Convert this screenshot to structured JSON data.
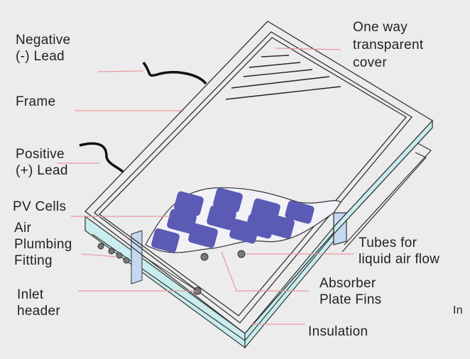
{
  "labels": {
    "negative_lead": [
      "Negative",
      "(-) Lead"
    ],
    "frame": "Frame",
    "positive_lead": [
      "Positive",
      "(+) Lead"
    ],
    "pv_cells": "PV Cells",
    "air_plumbing": [
      "Air",
      "Plumbing",
      "Fitting"
    ],
    "inlet_header": [
      "Inlet",
      "header"
    ],
    "cover": [
      "One way",
      "transparent",
      "cover"
    ],
    "tubes": [
      "Tubes for",
      "liquid air flow"
    ],
    "absorber": [
      "Absorber",
      "Plate Fins"
    ],
    "insulation": "Insulation",
    "cut_off": "In"
  },
  "colors": {
    "leader": "#e89aa0",
    "insulation": "#c9ecee",
    "cells": "#5b5bb5",
    "outline": "#333333"
  }
}
